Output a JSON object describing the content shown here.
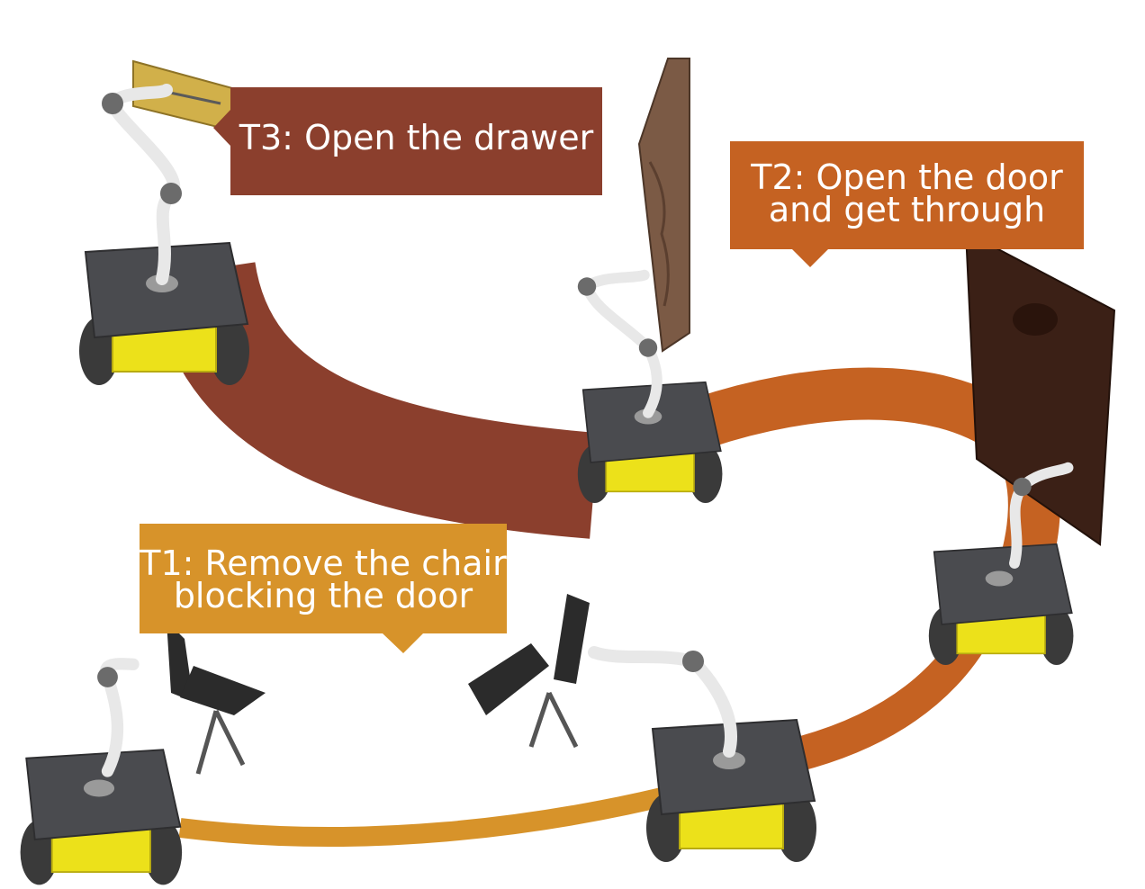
{
  "colors": {
    "t1": "#d7932a",
    "t2": "#c56222",
    "t3": "#8b3f2d",
    "robot_top": "#4a4b4f",
    "robot_body": "#ece11a",
    "wheel": "#3c3c3c",
    "arm": "#e8e8e8",
    "arm_joint": "#6b6b6b",
    "door_near": "#7b5a45",
    "door_far": "#3b2016",
    "drawer": "#d1b04a",
    "chair": "#2b2b2b"
  },
  "tasks": {
    "t3": {
      "lines": [
        "T3: Open the drawer"
      ]
    },
    "t2": {
      "lines": [
        "T2: Open the door",
        "and get through"
      ]
    },
    "t1": {
      "lines": [
        "T1: Remove the chair",
        "blocking the door"
      ]
    }
  },
  "icons": [
    "mobile-manipulator-icon",
    "drawer-icon",
    "door-icon",
    "chair-icon"
  ]
}
